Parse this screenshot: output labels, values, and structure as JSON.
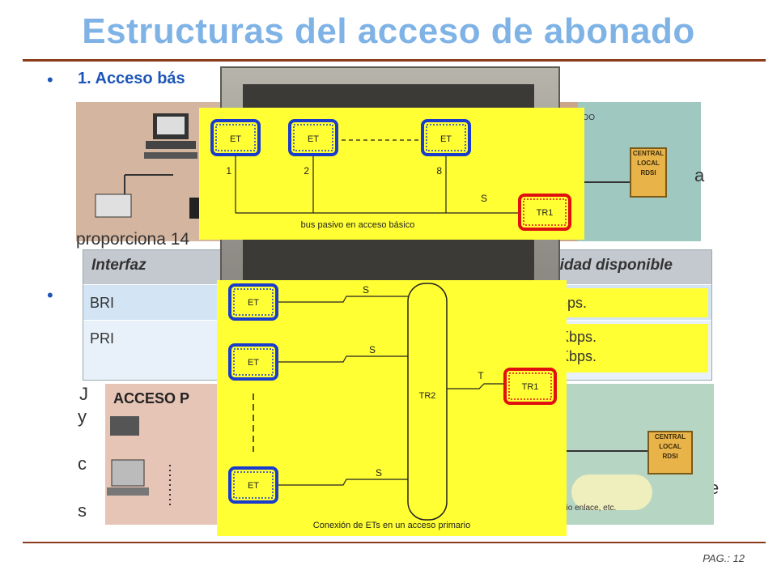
{
  "title": "Estructuras del acceso de abonado",
  "bullet1": "1. Acceso bás",
  "fragments": {
    "a": "a",
    "proporciona": "proporciona 14",
    "j": "J",
    "y": "y",
    "c": "c",
    "s": "s",
    "e": "e"
  },
  "background_figures": {
    "central_label": [
      "CENTRAL",
      "LOCAL",
      "RDSI"
    ],
    "top_right_fragment": "DO",
    "acceso_label": "ACCESO P",
    "bottom_fragment": "dio enlace, etc."
  },
  "table": {
    "headers": [
      "Interfaz",
      "cidad disponible"
    ],
    "rows": [
      {
        "label": "BRI",
        "capacity": [
          "ops."
        ]
      },
      {
        "label": "PRI",
        "capacity": [
          "Kbps.",
          "Kbps."
        ]
      }
    ]
  },
  "diagram_basic": {
    "terminals": [
      "ET",
      "ET",
      "ET"
    ],
    "numbers": [
      "1",
      "2",
      "8"
    ],
    "s_label": "S",
    "tr_label": "TR1",
    "caption": "bus pasivo en acceso básico"
  },
  "diagram_primary": {
    "terminals": [
      "ET",
      "ET",
      "ET"
    ],
    "s_labels": [
      "S",
      "S",
      "S"
    ],
    "t_label": "T",
    "tr2_label": "TR2",
    "tr1_label": "TR1",
    "caption": "Conexión de ETs en un acceso primario"
  },
  "page_number": "PAG.: 12",
  "colors": {
    "title": "#7fb3e6",
    "rule": "#8b3a1a",
    "bullet": "#1e56b8",
    "diagram_bg": "#ffff33",
    "terminal_border": "#1a3ccc",
    "tr_border": "#e01010"
  }
}
